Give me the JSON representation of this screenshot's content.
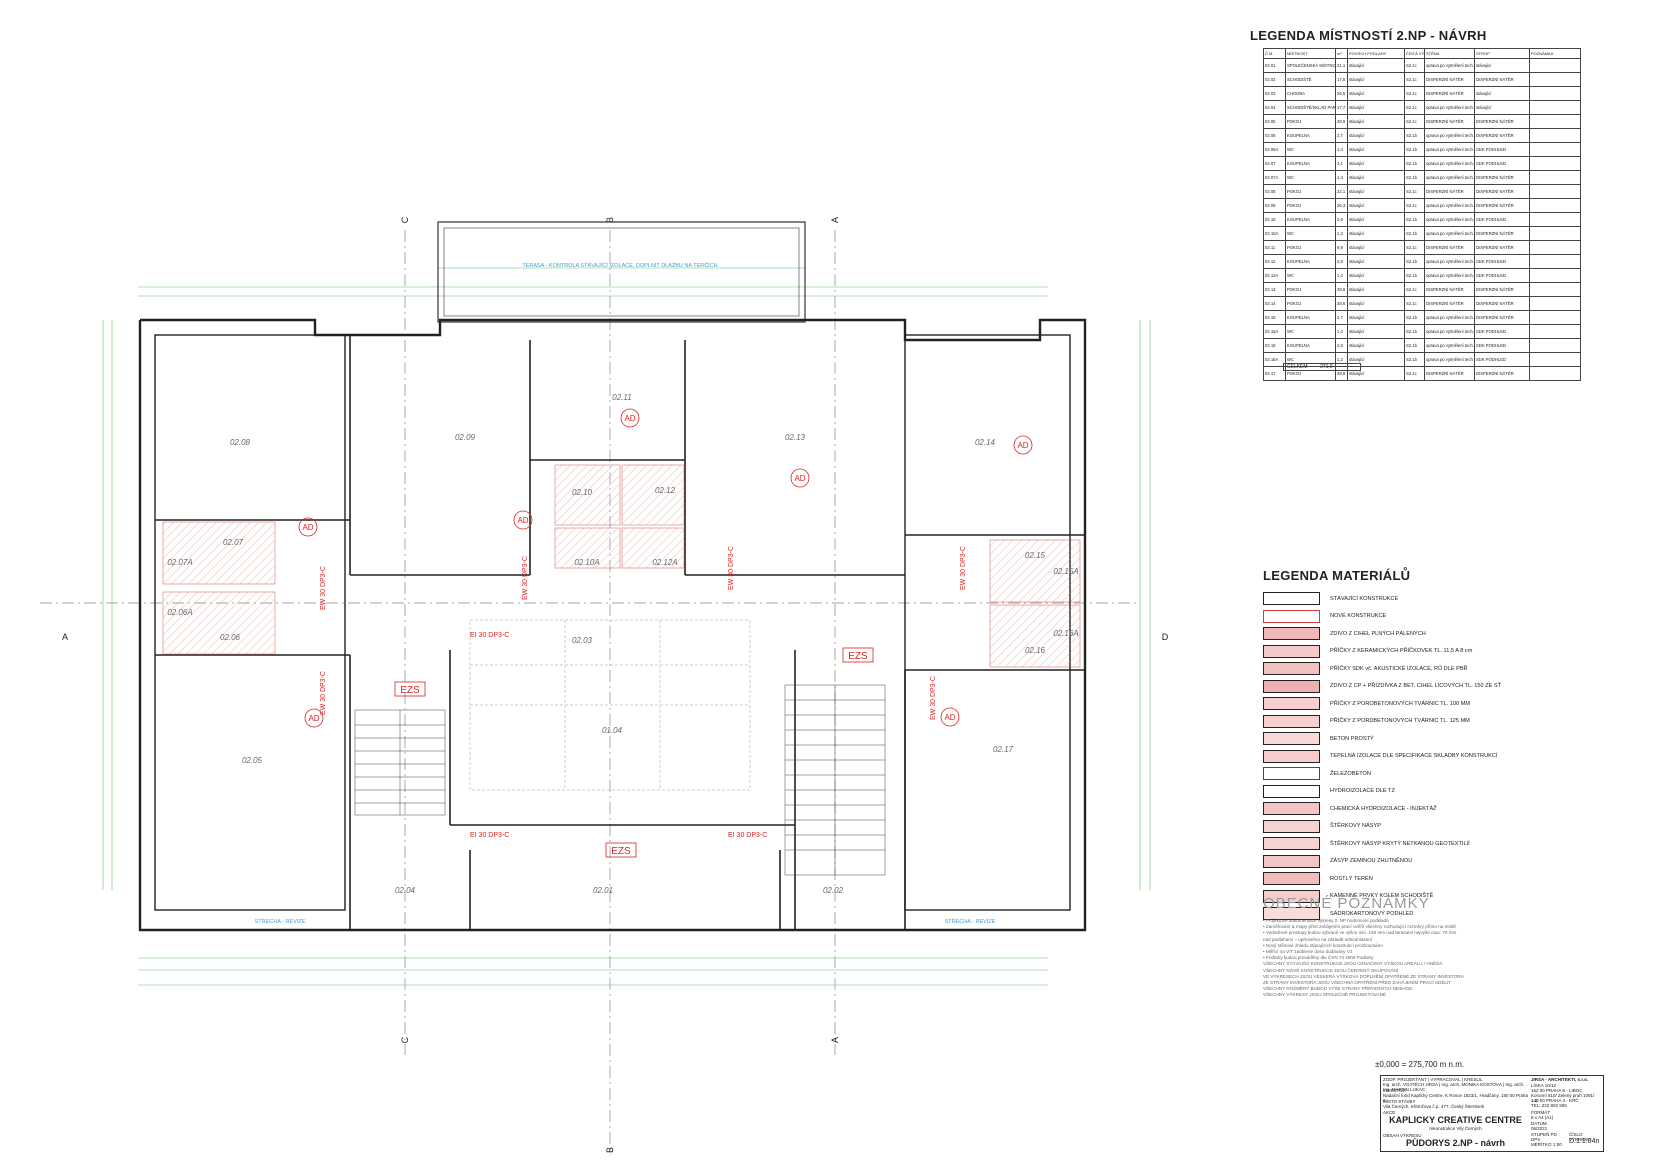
{
  "room_legend": {
    "title": "LEGENDA MÍSTNOSTÍ 2.NP - NÁVRH",
    "columns": [
      "Č.M.",
      "MÍSTNOST",
      "m²",
      "POVRCH PODLAHY",
      "ČISTÁ VÝŠKA",
      "STĚNA",
      "STROP",
      "POZNÁMKA"
    ],
    "rows": [
      {
        "no": "02.01",
        "name": "SPOLEČENSKÁ MÍSTNOST",
        "area": "21,1",
        "floor": "stávající",
        "code": "S2.1c",
        "wall": "oprava po vytmělení tech. stř.",
        "ceiling": "stávající"
      },
      {
        "no": "02.02",
        "name": "SCHODIŠTĚ",
        "area": "17,6",
        "floor": "stávající",
        "code": "S2.1c",
        "wall": "DISPERZNÍ NÁTĚR",
        "ceiling": "DISPERZNÍ NÁTĚR"
      },
      {
        "no": "02.03",
        "name": "CHODBA",
        "area": "26,5",
        "floor": "stávající",
        "code": "S2.1c",
        "wall": "DISPERZNÍ NÁTĚR",
        "ceiling": "stávající"
      },
      {
        "no": "02.04",
        "name": "SCHODIŠTĚ/SKLAD PARSKA",
        "area": "17,7",
        "floor": "stávající",
        "code": "S2.1c",
        "wall": "oprava po vytmělení tech. stř.",
        "ceiling": "stávající"
      },
      {
        "no": "02.05",
        "name": "POKOJ",
        "area": "28,9",
        "floor": "stávající",
        "code": "S2.1c",
        "wall": "DISPERZNÍ NÁTĚR",
        "ceiling": "DISPERZNÍ NÁTĚR"
      },
      {
        "no": "02.06",
        "name": "KOUPELNA",
        "area": "2,7",
        "floor": "stávající",
        "code": "S2.1b",
        "wall": "oprava po vytmělení tech. stř.",
        "ceiling": "DISPERZNÍ NÁTĚR"
      },
      {
        "no": "02.06A",
        "name": "WC",
        "area": "1,4",
        "floor": "stávající",
        "code": "S2.1b",
        "wall": "oprava po vytmělení tech. stř.",
        "ceiling": "SDK PODHLED"
      },
      {
        "no": "02.07",
        "name": "KOUPELNA",
        "area": "3,1",
        "floor": "stávající",
        "code": "S2.1b",
        "wall": "oprava po vytmělení tech. stř.",
        "ceiling": "SDK PODHLED"
      },
      {
        "no": "02.07A",
        "name": "WC",
        "area": "1,4",
        "floor": "stávající",
        "code": "S2.1b",
        "wall": "oprava po vytmělení tech. stř.",
        "ceiling": "DISPERZNÍ NÁTĚR"
      },
      {
        "no": "02.08",
        "name": "POKOJ",
        "area": "22,1",
        "floor": "stávající",
        "code": "S2.1c",
        "wall": "DISPERZNÍ NÁTĚR",
        "ceiling": "DISPERZNÍ NÁTĚR"
      },
      {
        "no": "02.09",
        "name": "POKOJ",
        "area": "26,3",
        "floor": "stávající",
        "code": "S2.1c",
        "wall": "oprava po vytmělení tech. stř.",
        "ceiling": "DISPERZNÍ NÁTĚR"
      },
      {
        "no": "02.10",
        "name": "KOUPELNA",
        "area": "2,8",
        "floor": "stávající",
        "code": "S2.1b",
        "wall": "oprava po vytmělení tech. stř.",
        "ceiling": "SDK PODHLED"
      },
      {
        "no": "02.10A",
        "name": "WC",
        "area": "1,3",
        "floor": "stávající",
        "code": "S2.1b",
        "wall": "oprava po vytmělení tech. stř.",
        "ceiling": "DISPERZNÍ NÁTĚR"
      },
      {
        "no": "02.11",
        "name": "POKOJ",
        "area": "9,9",
        "floor": "stávající",
        "code": "S2.1c",
        "wall": "DISPERZNÍ NÁTĚR",
        "ceiling": "DISPERZNÍ NÁTĚR"
      },
      {
        "no": "02.12",
        "name": "KOUPELNA",
        "area": "2,8",
        "floor": "stávající",
        "code": "S2.1b",
        "wall": "oprava po vytmělení tech. stř.",
        "ceiling": "SDK PODHLED"
      },
      {
        "no": "02.12A",
        "name": "WC",
        "area": "1,3",
        "floor": "stávající",
        "code": "S2.1b",
        "wall": "oprava po vytmělení tech. stř.",
        "ceiling": "SDK PODHLED"
      },
      {
        "no": "02.13",
        "name": "POKOJ",
        "area": "28,6",
        "floor": "stávající",
        "code": "S2.1c",
        "wall": "DISPERZNÍ NÁTĚR",
        "ceiling": "DISPERZNÍ NÁTĚR"
      },
      {
        "no": "02.14",
        "name": "POKOJ",
        "area": "28,6",
        "floor": "stávající",
        "code": "S2.1c",
        "wall": "DISPERZNÍ NÁTĚR",
        "ceiling": "DISPERZNÍ NÁTĚR"
      },
      {
        "no": "02.15",
        "name": "KOUPELNA",
        "area": "2,7",
        "floor": "stávající",
        "code": "S2.1b",
        "wall": "oprava po vytmělení tech. stř.",
        "ceiling": "DISPERZNÍ NÁTĚR"
      },
      {
        "no": "02.15A",
        "name": "WC",
        "area": "1,3",
        "floor": "stávající",
        "code": "S2.1b",
        "wall": "oprava po vytmělení tech. stř.",
        "ceiling": "SDK PODHLED"
      },
      {
        "no": "02.16",
        "name": "KOUPELNA",
        "area": "2,8",
        "floor": "stávající",
        "code": "S2.1b",
        "wall": "oprava po vytmělení tech. stř.",
        "ceiling": "SDK PODHLED"
      },
      {
        "no": "02.16A",
        "name": "WC",
        "area": "1,3",
        "floor": "stávající",
        "code": "S2.1b",
        "wall": "oprava po vytmělení tech. stř.",
        "ceiling": "SDK PODHLED"
      },
      {
        "no": "02.17",
        "name": "POKOJ",
        "area": "28,9",
        "floor": "stávající",
        "code": "S2.1c",
        "wall": "DISPERZNÍ NÁTĚR",
        "ceiling": "DISPERZNÍ NÁTĚR"
      }
    ],
    "total_label": "CELKEM",
    "total_value": "271,0"
  },
  "material_legend": {
    "title": "LEGENDA MATERIÁLŮ",
    "items": [
      {
        "label": "STÁVAJÍCÍ KONSTRUKCE",
        "color": "#ffffff"
      },
      {
        "label": "NOVÉ KONSTRUKCE",
        "color": "#ffffff",
        "border": "#d23c3c"
      },
      {
        "label": "ZDIVO Z CIHEL PLNÝCH PÁLENÝCH",
        "color": "#f0b8b8"
      },
      {
        "label": "PŘÍČKY Z KERAMICKÝCH PŘÍČKOVEK TL. 11,5 A 8 cm",
        "color": "#f5c9c9"
      },
      {
        "label": "PŘÍČKY SDK vč. AKUSTICKÉ IZOLACE, RŮ DLE PBŘ",
        "color": "#f3c0c0"
      },
      {
        "label": "ZDIVO Z CP + PŘÍZDÍVKA Z BET. CIHEL LÍCOVÝCH TL. 150 ZE SŤ",
        "color": "#efb0b0"
      },
      {
        "label": "PŘÍČKY Z POROBETONOVÝCH TVÁRNIC TL. 100 MM",
        "color": "#f6d0d0"
      },
      {
        "label": "PŘÍČKY Z PORDBETONOVÝCH TVÁRNIC TL. 125 MM",
        "color": "#f6d0d0"
      },
      {
        "label": "BETON PROSTÝ",
        "color": "#f8d8d8"
      },
      {
        "label": "TEPELNÁ IZOLACE DLE SPECIFIKACE SKLADBY KONSTRUKCÍ",
        "color": "#f6cccc"
      },
      {
        "label": "ŽELEZOBETON",
        "color": "#ffffff",
        "border": "#c11"
      },
      {
        "label": "HYDROIZOLACE DLE TZ",
        "color": "#ffffff"
      },
      {
        "label": "CHEMICKÁ HYDROIZOLACE - INJEKTÁŽ",
        "color": "#f4c4c4"
      },
      {
        "label": "ŠTĚRKOVÝ NÁSYP",
        "color": "#f7d2d2"
      },
      {
        "label": "ŠTĚRKOVÝ NÁSYP KRYTÝ NETKANOU GEOTEXTILIÍ",
        "color": "#f7d2d2"
      },
      {
        "label": "ZÁSYP ZEMINOU ZHUTNĚNOU",
        "color": "#f3c6c6"
      },
      {
        "label": "ROSTLÝ TERÉN",
        "color": "#f1bcbc"
      },
      {
        "label": "KAMENNÉ PRVKY KOLEM SCHODIŠTĚ",
        "color": "#f5cccc"
      },
      {
        "label": "SÁDROKARTONOVÝ PODHLED",
        "color": "#f8dcdc"
      }
    ]
  },
  "notes": {
    "title": "OBECNÉ POZNÁMKY",
    "lines": [
      "• Projektové dokumentace výkresy 2. NP hodnocení podkladů",
      "• Zaměřování & mapy před zahájením prací ověřit všechny rozhodující rozměry přímo na místě",
      "• Vodotěsné prostupy budou vybrané ve výšce min. 150 mm nad terasami nejvýše max. 70 mm",
      "  nad podlahami – upřesněno na základě odsouhlasení",
      "• Nový stěnové zhledu stávajících konstrukcí prozkoumáno",
      "• Měřicí na V/T zaoblené dosu dodávány V2",
      "• Podlahy budou prováděny dle ČSN 74 4505 Podlahy",
      "VŠECHNY STÁVAJÍCÍ KONSTRUKCE JSOU OZNAČENY VÝŠKOU AREÁLU / HNĚDÁ",
      "VŠECHNY NOVÉ KONSTRUKCE JSOU ČERVENÝ OKUPOVÁNÍ",
      "VE VÝKRESECH JSOU VESKERÁ VÝŠKOVÁ DOPLNĚNÍ OPATŘENÉ ZE STRANY INVESTORA",
      "ZE STRANY INVESTORA JSOU VŠECHNA OPATŘENÍ PŘED ZAHÁJENÍM PRACÍ SDĚLIT",
      "VŠECHNY ROZMĚRY BUDOU VÝŠE STRANY PŘÍPADNÝCH NESHOD",
      "VŠECHNY VÝKRESY JSOU SPOLEČNĚ PROJEKTOVANÉ"
    ]
  },
  "elevation": "±0,000 = 275,700 m n.m.",
  "title_block": {
    "roles": "ZODP. PROJEKTANT | VYPRACOVAL | KRESLIL",
    "people": "Ing. arch. VOJTĚCH JIRSA  |  Ing. arch. MONIKA KOSTOVÁ  |  Ing. arch. , Ing. MARTIN LUKAC",
    "investor_label": "INVESTOR",
    "investor": "Nadační fond Kaplicky Centre, K Rosce 1823/1, Hradčany, 180 00 Praha 8",
    "location_label": "MÍSTO STAVBY",
    "location": "Vila Černých, Křemžova č.p. 477, Český Šternberk",
    "stage_label": "AKCE",
    "project": "KAPLICKY CREATIVE CENTRE",
    "subtitle": "rekonstrukce Vily Černých",
    "drawing_label": "OBSAH VÝKRESU",
    "drawing": "PŮDORYS 2.NP - návrh",
    "firm": "JIRSA - ARCHITEKTI, s.r.o.",
    "firm_addr1": "LÍSKA 10/12",
    "firm_addr2": "162 00 PRAHA 6 - LIBOC",
    "firm_addr3": "Korunní 810/ Zelený pruh 1091/ 1.1,",
    "firm_addr4": "140 00 PRAHA 4 - KRČ",
    "firm_tel": "TEL: 222 902 906",
    "format_label": "FORMÁT",
    "format": "8 x A4 (A1)",
    "date_label": "DATUM",
    "date": "06/2021",
    "stage_code_label": "STUPEŇ PD",
    "stage_code": "DPS",
    "scale_label": "MĚŘÍTKO",
    "scale": "1:50",
    "number_label": "ČÍSLO VÝKRESU",
    "number": "D.1.1.04n"
  },
  "plan": {
    "rooms": [
      {
        "id": "02.08",
        "label": "02.08"
      },
      {
        "id": "02.09",
        "label": "02.09"
      },
      {
        "id": "02.11",
        "label": "02.11"
      },
      {
        "id": "02.13",
        "label": "02.13"
      },
      {
        "id": "02.14",
        "label": "02.14"
      },
      {
        "id": "02.07",
        "label": "02.07"
      },
      {
        "id": "02.07A",
        "label": "02.07A"
      },
      {
        "id": "02.06",
        "label": "02.06"
      },
      {
        "id": "02.06A",
        "label": "02.06A"
      },
      {
        "id": "02.10",
        "label": "02.10"
      },
      {
        "id": "02.10A",
        "label": "02.10A"
      },
      {
        "id": "02.12",
        "label": "02.12"
      },
      {
        "id": "02.12A",
        "label": "02.12A"
      },
      {
        "id": "02.03",
        "label": "02.03"
      },
      {
        "id": "01.04",
        "label": "01.04"
      },
      {
        "id": "02.15",
        "label": "02.15"
      },
      {
        "id": "02.15A",
        "label": "02.15A"
      },
      {
        "id": "02.16",
        "label": "02.16"
      },
      {
        "id": "02.16A",
        "label": "02.16A"
      },
      {
        "id": "02.05",
        "label": "02.05"
      },
      {
        "id": "02.17",
        "label": "02.17"
      },
      {
        "id": "02.04",
        "label": "02.04"
      },
      {
        "id": "02.01",
        "label": "02.01"
      },
      {
        "id": "02.02",
        "label": "02.02"
      }
    ],
    "ad_tag": "AD",
    "ezs_tag": "EZS",
    "fire_tag": "EI 30 DP3-C",
    "fire_tag_ew": "EW 30 DP3-C",
    "terrace": "TERASA - KONTROLA STÁVAJÍCÍ IZOLACE, DOPLNIT DLAŽBU NA TERČÍCH",
    "roof_left": "STŘECHA - REVIZE",
    "roof_right": "STŘECHA - REVIZE",
    "section_c": "C",
    "section_b": "B",
    "section_a": "A",
    "section_d": "D"
  }
}
